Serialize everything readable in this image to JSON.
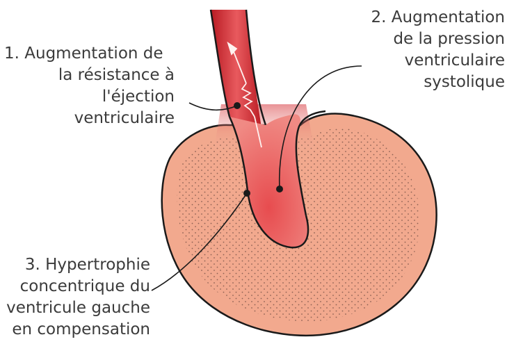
{
  "labels": {
    "label_1": [
      "1. Augmentation de",
      "la résistance à",
      "l'éjection",
      "ventriculaire"
    ],
    "label_2": [
      "2. Augmentation",
      "de la pression",
      "ventriculaire",
      "systolique"
    ],
    "label_3": [
      "3. Hypertrophie",
      "concentrique du",
      "ventricule gauche",
      "en compensation"
    ]
  },
  "colors": {
    "myocardium": "#f2a98e",
    "outline": "#1a1a1a",
    "blood": "#e0454a",
    "blood_dark": "#b81a22",
    "stipple": "#7a5448",
    "text": "#3b3b3b"
  }
}
